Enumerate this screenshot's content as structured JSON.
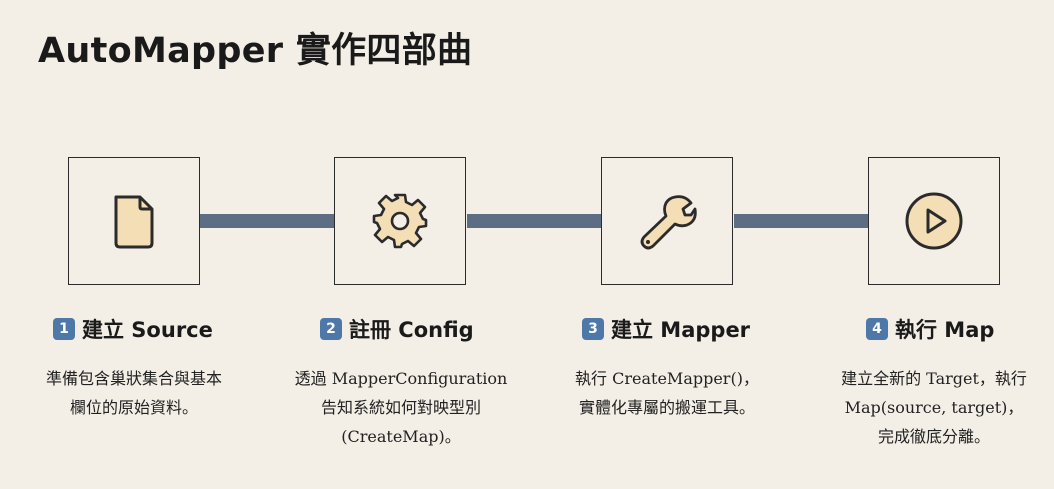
{
  "title": "AutoMapper 實作四部曲",
  "steps": [
    {
      "number": "1",
      "title": "建立 Source",
      "icon": "document-icon",
      "desc": [
        "準備包含巢狀集合與基本",
        "欄位的原始資料。"
      ]
    },
    {
      "number": "2",
      "title": "註冊 Config",
      "icon": "gear-icon",
      "desc": [
        "透過 MapperConfiguration",
        "告知系統如何對映型別",
        "(CreateMap)。"
      ]
    },
    {
      "number": "3",
      "title": "建立 Mapper",
      "icon": "wrench-icon",
      "desc": [
        "執行 CreateMapper()，",
        "實體化專屬的搬運工具。"
      ]
    },
    {
      "number": "4",
      "title": "執行 Map",
      "icon": "play-icon",
      "desc": [
        "建立全新的 Target，執行",
        "Map(source, target)，",
        "完成徹底分離。"
      ]
    }
  ],
  "colors": {
    "background": "#f3efe7",
    "connector": "#5d6d83",
    "badge": "#4d78a8",
    "icon_fill": "#f3deb6",
    "icon_stroke": "#2b2b2b"
  }
}
